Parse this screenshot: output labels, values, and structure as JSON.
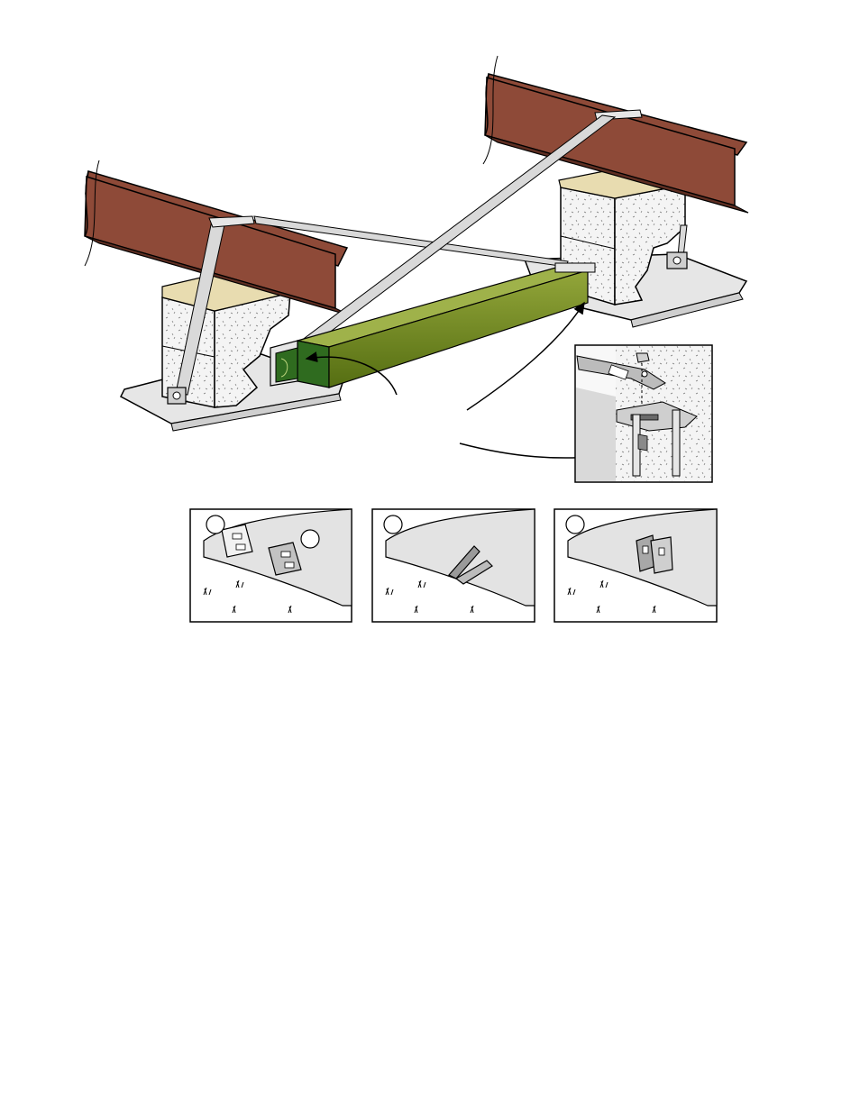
{
  "colors": {
    "steel_beam": "#8E4A38",
    "steel_beam_dark": "#5E2E22",
    "wood_beam": "#6F8A1E",
    "wood_beam_end": "#2F6B1F",
    "concrete": "#F4F4F4",
    "pad": "#E6E6E6",
    "strap": "#D9D9D9",
    "cap": "#E8DCB0"
  },
  "icons": {
    "main": "mobile-home-anchoring-system",
    "detail": "bolt-bracket-detail",
    "steps": [
      "anchor-step-1",
      "anchor-step-2",
      "anchor-step-3"
    ]
  },
  "steps": [
    {
      "marker_a": "",
      "marker_b": ""
    },
    {
      "marker_a": ""
    },
    {
      "marker_a": ""
    }
  ]
}
